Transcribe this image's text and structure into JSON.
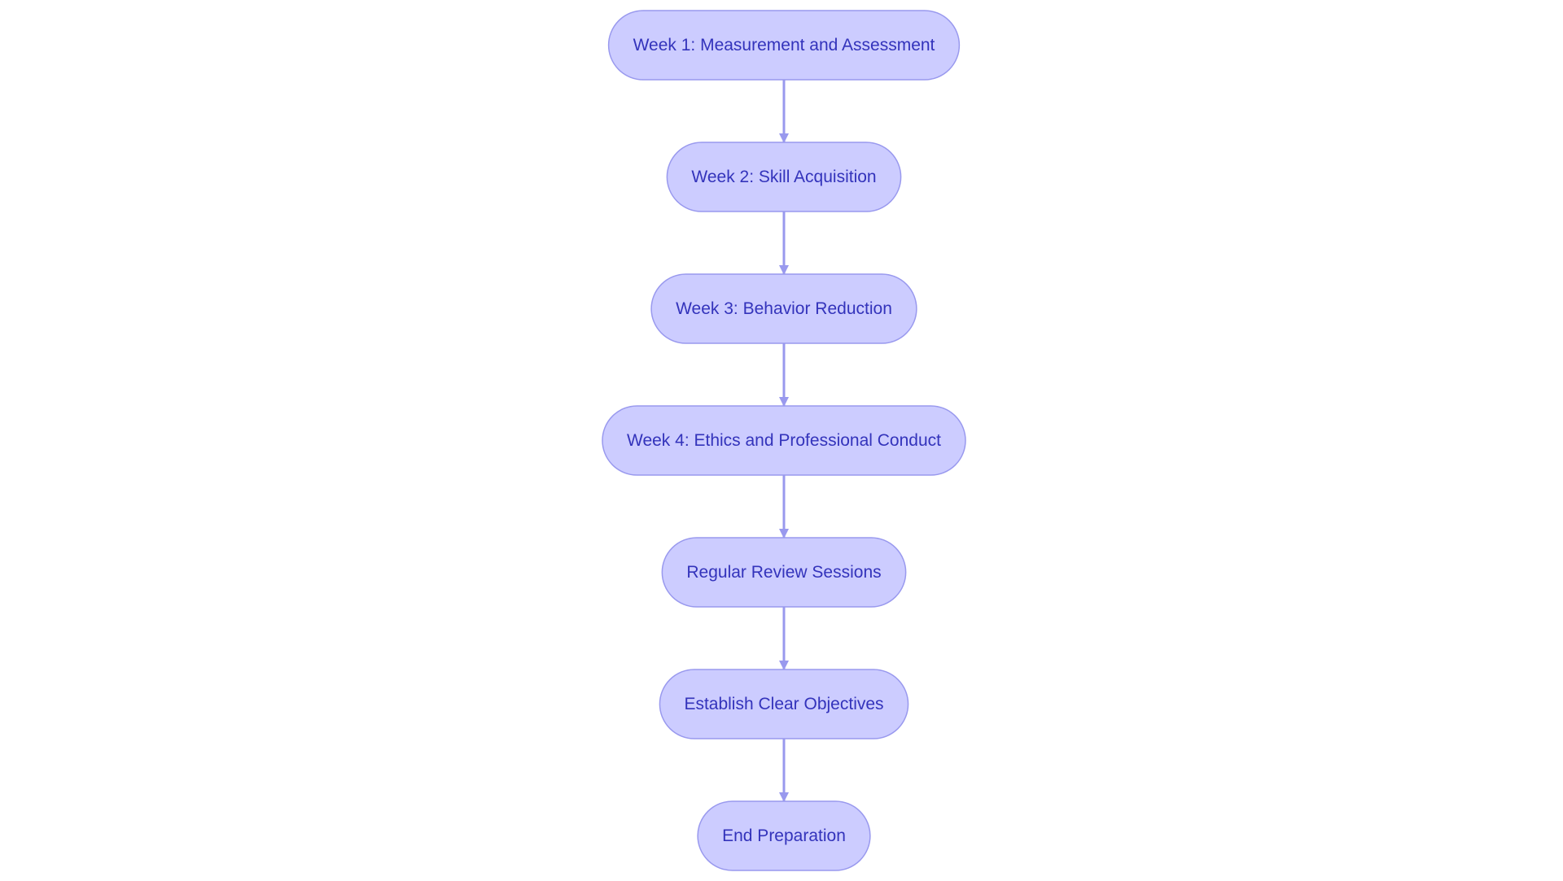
{
  "colors": {
    "node_fill": "#ccccff",
    "node_stroke": "#9999ee",
    "text": "#3333bb",
    "edge": "#9999ee"
  },
  "nodes": [
    {
      "id": "week1",
      "label": "Week 1: Measurement and Assessment"
    },
    {
      "id": "week2",
      "label": "Week 2: Skill Acquisition"
    },
    {
      "id": "week3",
      "label": "Week 3: Behavior Reduction"
    },
    {
      "id": "week4",
      "label": "Week 4: Ethics and Professional Conduct"
    },
    {
      "id": "review",
      "label": "Regular Review Sessions"
    },
    {
      "id": "objectives",
      "label": "Establish Clear Objectives"
    },
    {
      "id": "end",
      "label": "End Preparation"
    }
  ],
  "edges": [
    {
      "from": "week1",
      "to": "week2"
    },
    {
      "from": "week2",
      "to": "week3"
    },
    {
      "from": "week3",
      "to": "week4"
    },
    {
      "from": "week4",
      "to": "review"
    },
    {
      "from": "review",
      "to": "objectives"
    },
    {
      "from": "objectives",
      "to": "end"
    }
  ]
}
